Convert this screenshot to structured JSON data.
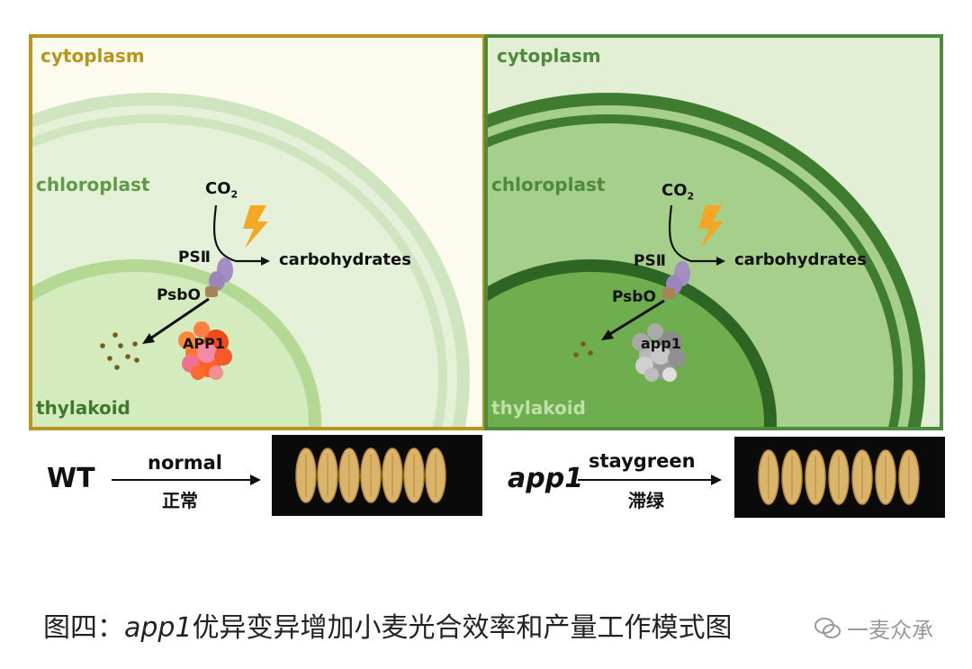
{
  "panels": {
    "wt": {
      "cytoplasm": "cytoplasm",
      "chloroplast": "chloroplast",
      "thylakoid": "thylakoid",
      "co2_main": "CO",
      "co2_sub": "2",
      "psii": "PSⅡ",
      "carbohydrates": "carbohydrates",
      "psbo": "PsbO",
      "protein": "APP1",
      "colors": {
        "frame": "#b8951c",
        "bg": "#fdfbee",
        "envelope": "#cfe5c0",
        "thylakoid_edge": "#b5d894",
        "thylakoid_fill": "#d4ebbd",
        "protein": "#f04a18"
      }
    },
    "mutant": {
      "cytoplasm": "cytoplasm",
      "chloroplast": "chloroplast",
      "thylakoid": "thylakoid",
      "co2_main": "CO",
      "co2_sub": "2",
      "psii": "PSⅡ",
      "carbohydrates": "carbohydrates",
      "psbo": "PsbO",
      "protein": "app1",
      "colors": {
        "frame": "#4d8a3c",
        "bg": "#e2efd4",
        "envelope": "#3f7c30",
        "thylakoid_edge": "#2f6524",
        "thylakoid_fill": "#6fae4e",
        "protein": "#9a9a9a"
      }
    }
  },
  "bottom": {
    "wt_label": "WT",
    "wt_arrow_top": "normal",
    "wt_arrow_bottom": "正常",
    "mutant_label": "app1",
    "mutant_arrow_top": "staygreen",
    "mutant_arrow_bottom": "滞绿"
  },
  "caption": {
    "prefix": "图四：",
    "gene": "app1",
    "rest": "优异变异增加小麦光合效率和产量工作模式图"
  },
  "watermark": "一麦众承",
  "icons": [
    "lightning-icon",
    "psii-complex-icon",
    "psbo-icon",
    "protein-cluster-icon",
    "wheat-grain",
    "wechat-icon"
  ]
}
